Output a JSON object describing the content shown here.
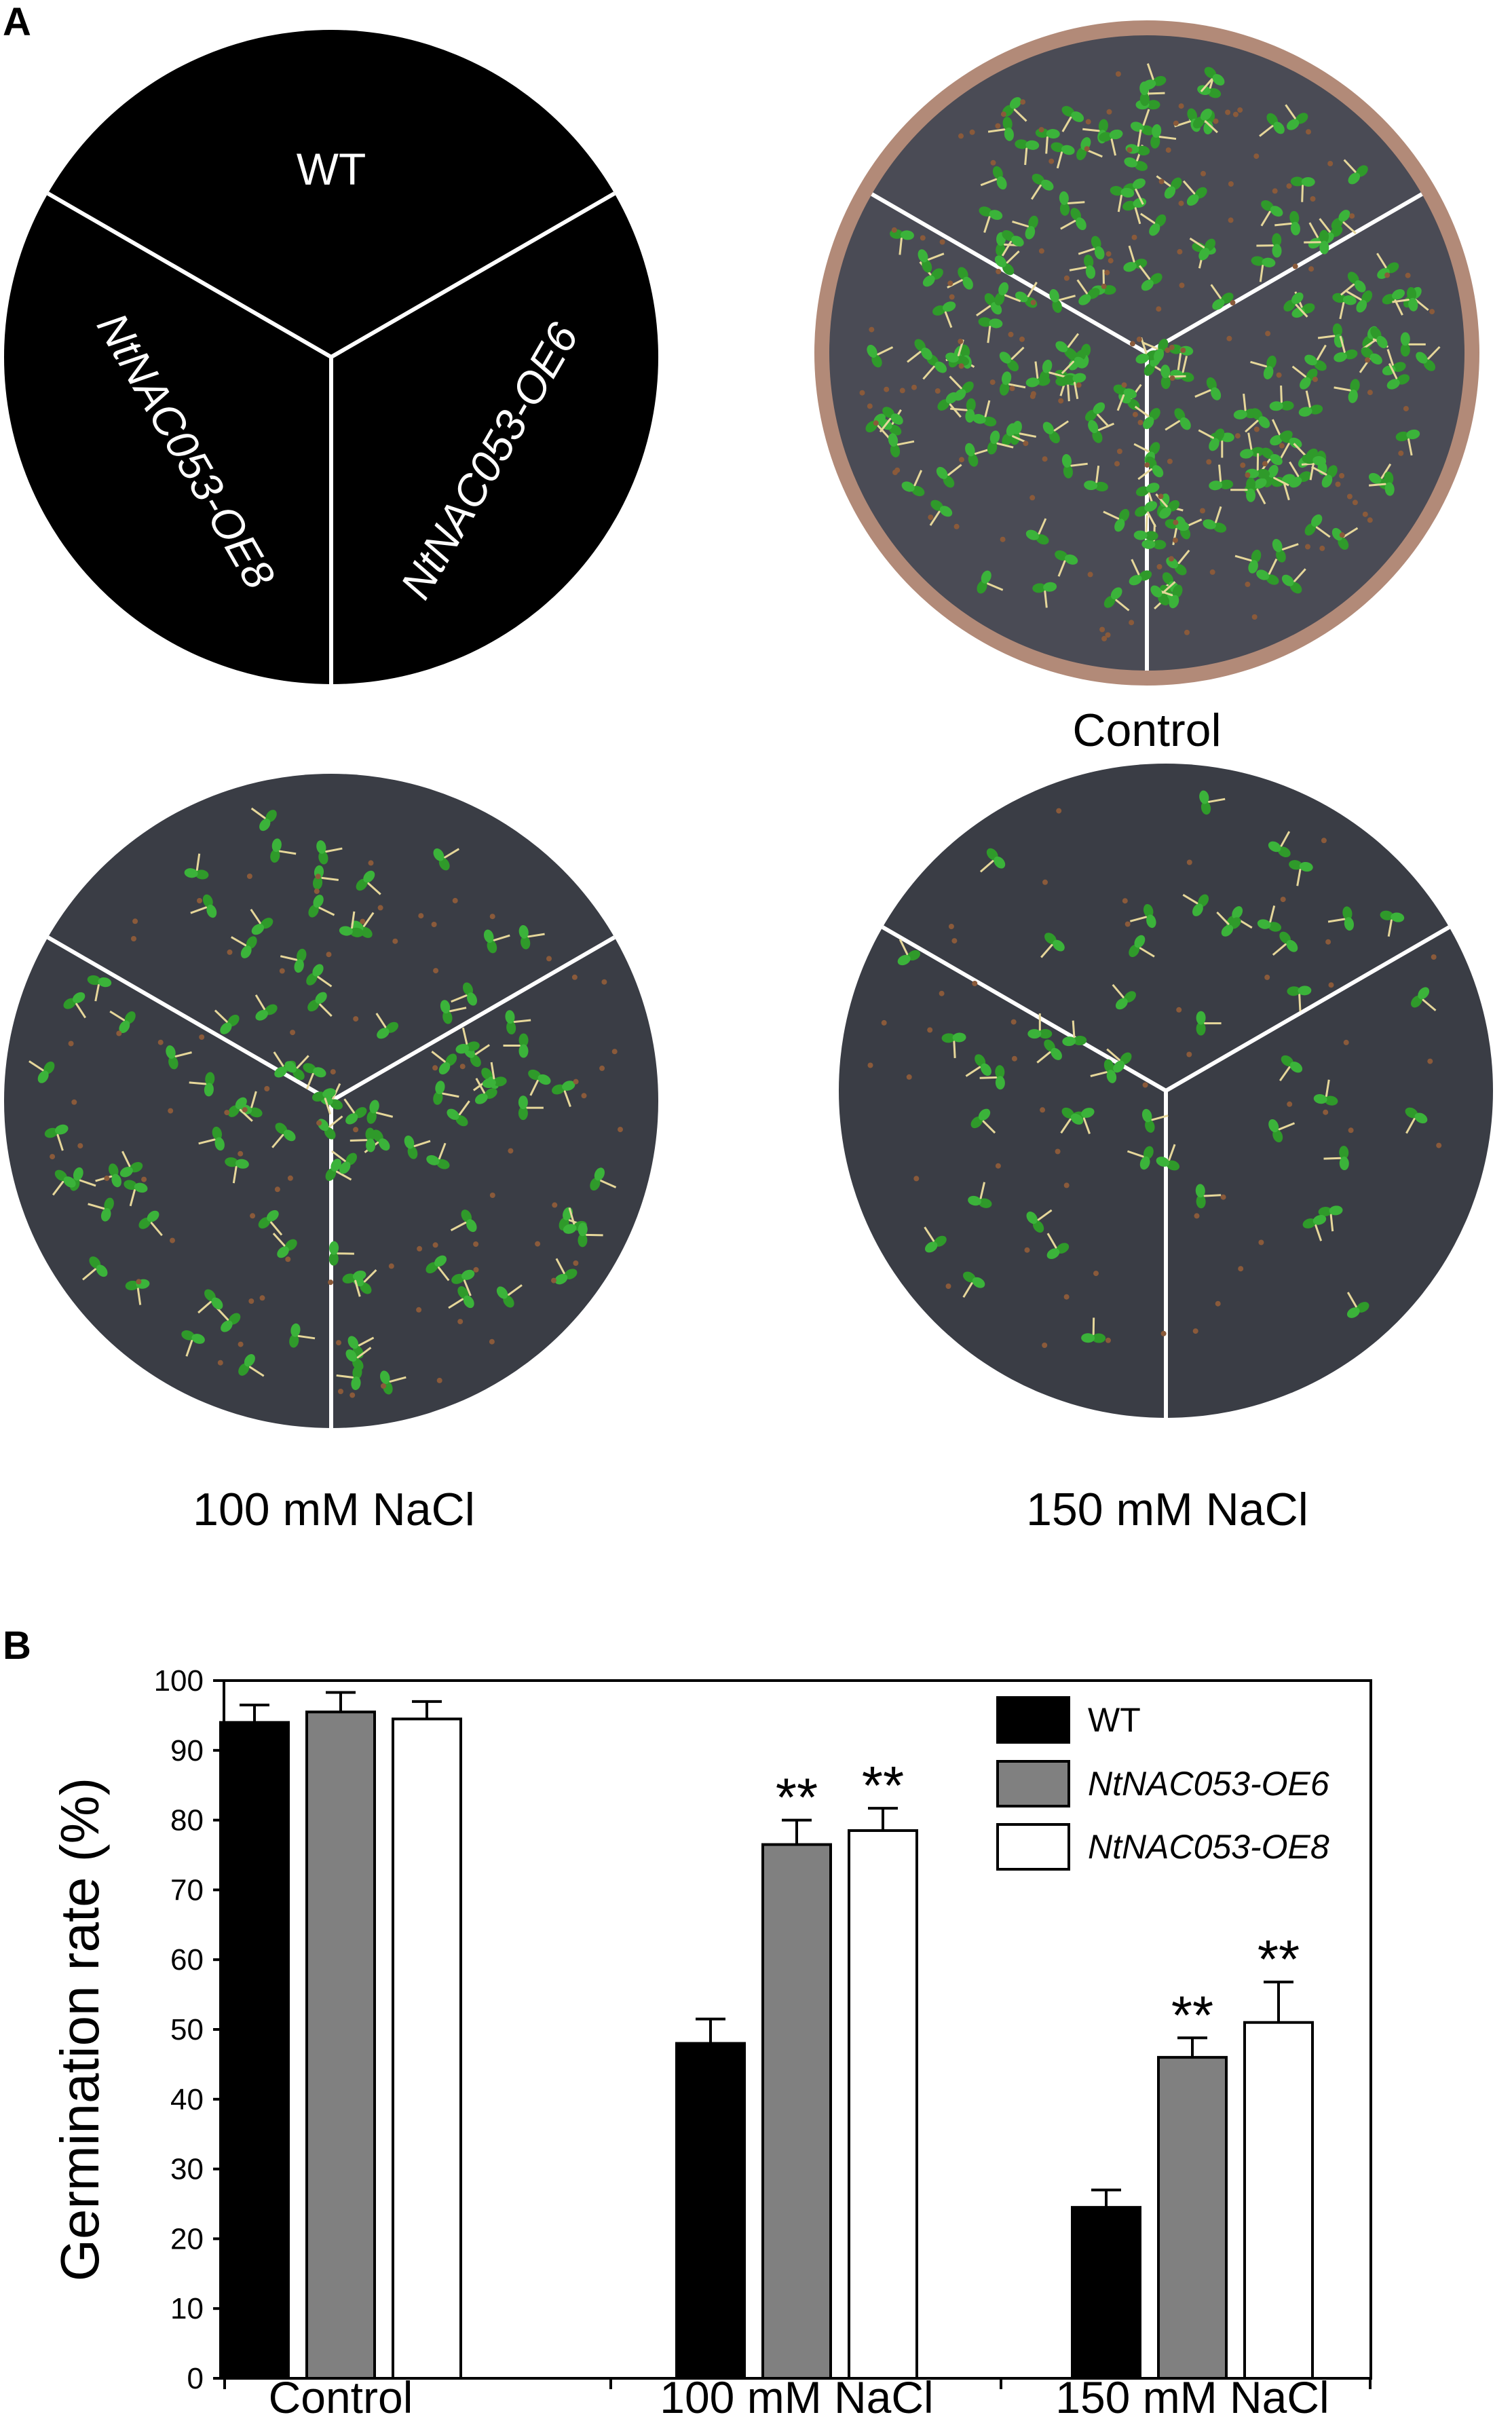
{
  "panels": {
    "a_label": "A",
    "b_label": "B"
  },
  "plate_legend": {
    "sectors": [
      "WT",
      "NtNAC053-OE6",
      "NtNAC053-OE8"
    ]
  },
  "plates": [
    {
      "label": "Control",
      "seedlings": "many"
    },
    {
      "label": "100 mM NaCl",
      "seedlings": "medium"
    },
    {
      "label": "150 mM NaCl",
      "seedlings": "few"
    }
  ],
  "colors": {
    "wt": "#000000",
    "oe6": "#808080",
    "oe8": "#ffffff",
    "plate_bg": "#3a3d45",
    "seedling": "#2f9a2a"
  },
  "chart_data": {
    "type": "bar",
    "title": "",
    "xlabel": "",
    "ylabel": "Germination rate (%)",
    "ylim": [
      0,
      100
    ],
    "yticks": [
      0,
      10,
      20,
      30,
      40,
      50,
      60,
      70,
      80,
      90,
      100
    ],
    "categories": [
      "Control",
      "100 mM NaCl",
      "150 mM NaCl"
    ],
    "series": [
      {
        "name": "WT",
        "values": [
          94,
          48,
          24.5
        ],
        "errors": [
          2.5,
          3.5,
          2.5
        ],
        "significance": [
          "",
          "",
          ""
        ]
      },
      {
        "name": "NtNAC053-OE6",
        "values": [
          95.5,
          76.5,
          46
        ],
        "errors": [
          2.8,
          3.5,
          2.8
        ],
        "significance": [
          "",
          "**",
          "**"
        ]
      },
      {
        "name": "NtNAC053-OE8",
        "values": [
          94.5,
          78.5,
          51
        ],
        "errors": [
          2.5,
          3.2,
          5.8
        ],
        "significance": [
          "",
          "**",
          "**"
        ]
      }
    ],
    "legend_position": "top-right",
    "grid": false
  }
}
